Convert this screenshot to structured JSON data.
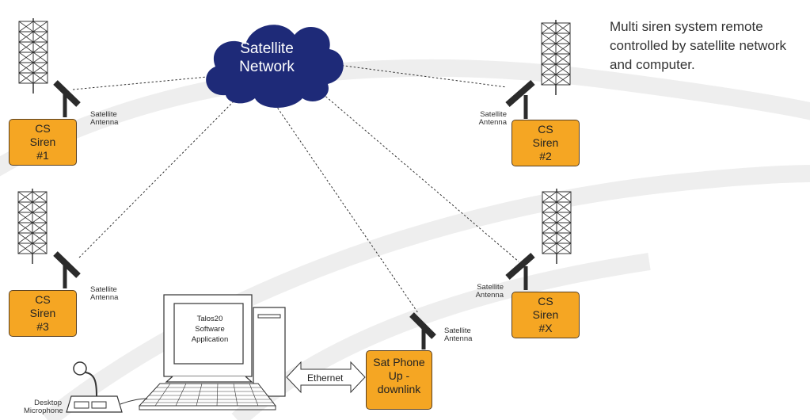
{
  "title": "Multi siren system remote controlled by satellite network and computer.",
  "cloud": {
    "line1": "Satellite",
    "line2": "Network"
  },
  "antenna_label": {
    "line1": "Satellite",
    "line2": "Antenna"
  },
  "sirens": [
    {
      "id": "siren-1",
      "line1": "CS",
      "line2": "Siren",
      "line3": "#1"
    },
    {
      "id": "siren-2",
      "line1": "CS",
      "line2": "Siren",
      "line3": "#2"
    },
    {
      "id": "siren-3",
      "line1": "CS",
      "line2": "Siren",
      "line3": "#3"
    },
    {
      "id": "siren-x",
      "line1": "CS",
      "line2": "Siren",
      "line3": "#X"
    }
  ],
  "sat_phone": {
    "line1": "Sat Phone",
    "line2": "Up -",
    "line3": "downlink"
  },
  "software": {
    "line1": "Talos20",
    "line2": "Software",
    "line3": "Application"
  },
  "ethernet_label": "Ethernet",
  "microphone": {
    "line1": "Desktop",
    "line2": "Microphone"
  },
  "colors": {
    "cloud": "#1e2a78",
    "box": "#f5a623",
    "antenna": "#2b2b2b",
    "watermark": "#eeeeee"
  }
}
